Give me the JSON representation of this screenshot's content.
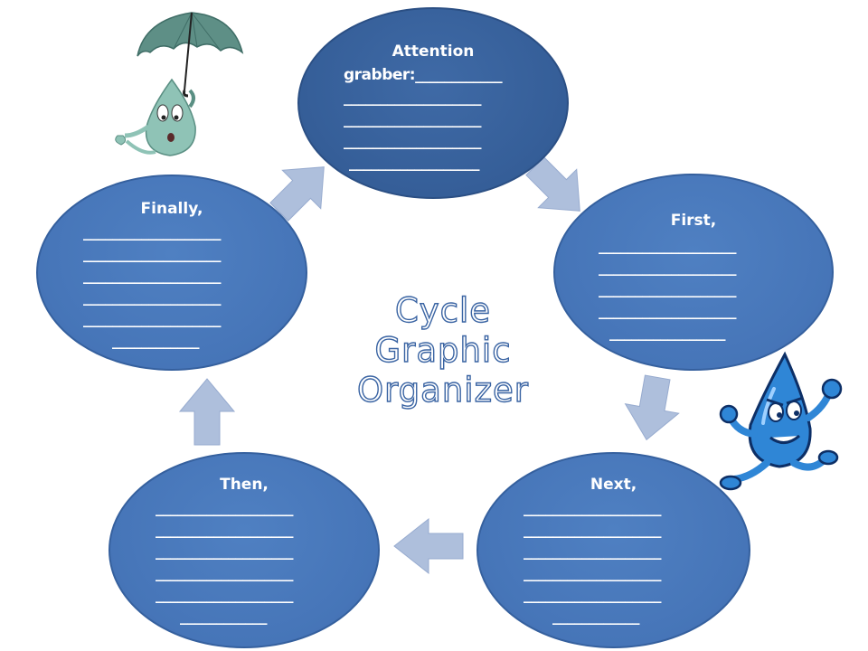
{
  "title": {
    "line1": "Cycle",
    "line2": "Graphic",
    "line3": "Organizer"
  },
  "nodes": {
    "attention": {
      "label_line1": "Attention",
      "label_line2": "grabber:____________",
      "lines": [
        "___________________",
        "___________________",
        "___________________",
        "__________________"
      ]
    },
    "first": {
      "label": "First,",
      "lines": [
        "___________________",
        "___________________",
        "___________________",
        "___________________",
        "________________"
      ]
    },
    "next": {
      "label": "Next,",
      "lines": [
        "___________________",
        "___________________",
        "___________________",
        "___________________",
        "___________________",
        "____________"
      ]
    },
    "then": {
      "label": "Then,",
      "lines": [
        "___________________",
        "___________________",
        "___________________",
        "___________________",
        "___________________",
        "____________"
      ]
    },
    "finally": {
      "label": "Finally,",
      "lines": [
        "___________________",
        "___________________",
        "___________________",
        "___________________",
        "___________________",
        "____________"
      ]
    }
  },
  "colors": {
    "ellipse_fill": "#4675b8",
    "ellipse_top_fill": "#355e98",
    "arrow_fill": "#aebfdc",
    "title_outline": "#3a64a3"
  },
  "icons": {
    "top_left": "umbrella-water-drop-icon",
    "right": "running-water-drop-icon"
  }
}
